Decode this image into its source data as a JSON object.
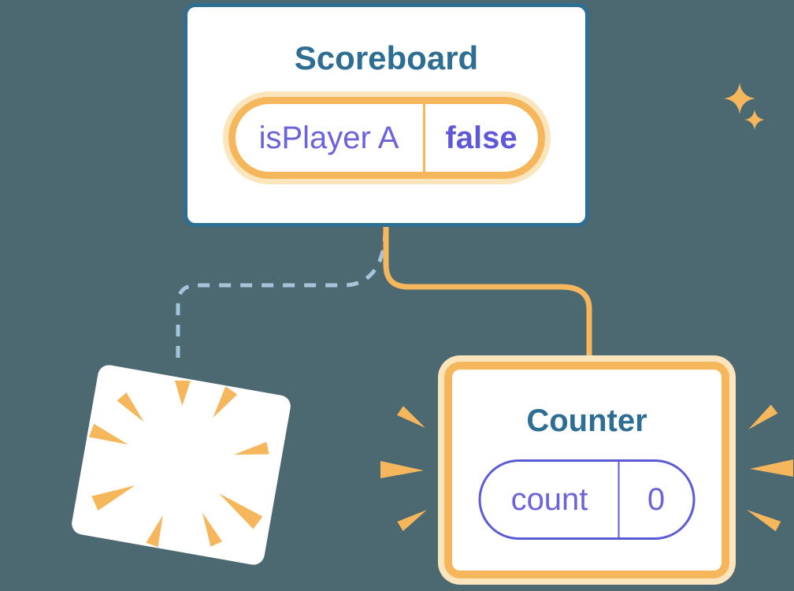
{
  "background_color": "#4C6971",
  "palette": {
    "card_border_blue": "#2E6E93",
    "title_blue": "#2D6E92",
    "orange": "#F6B75C",
    "orange_halo": "#FBE5BD",
    "state_purple": "#6B63DB",
    "state_purple_bold": "#5F58D9",
    "pill_border_purple": "#5B5BD6",
    "dashed_line_blue": "#A6C4DA",
    "card_white": "#FFFFFF"
  },
  "scoreboard": {
    "title": "Scoreboard",
    "state": {
      "name": "isPlayer A",
      "value": "false"
    }
  },
  "counter": {
    "title": "Counter",
    "state": {
      "name": "count",
      "value": "0"
    }
  },
  "icons": {
    "sparkles": "two four-point twinkle stars, orange",
    "burst": "nine orange wedges radiating outward (destroyed card)",
    "emphasis_marks": "three orange wedges on each side of Counter card"
  },
  "connectors": {
    "solid_orange": "from Scoreboard bottom, elbow right and down into Counter top",
    "dashed_blue": "from Scoreboard bottom, elbow left and down to removed card"
  }
}
